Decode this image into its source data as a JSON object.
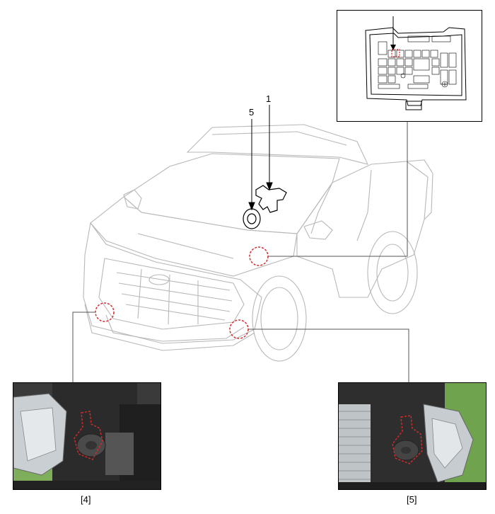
{
  "callouts": {
    "part_1": "1",
    "part_5": "5"
  },
  "captions": {
    "left_photo": "[4]",
    "right_photo": "[5]"
  },
  "colors": {
    "highlight": "#d42a2a",
    "line": "#000000",
    "car_outline": "#b5b5b5",
    "photo_bg_left": "#7fae5a",
    "photo_bg_right": "#6fa34e"
  },
  "icons": {
    "car": "vehicle-front-three-quarter-illustration",
    "fuse_box": "engine-room-fuse-box-diagram",
    "relay": "horn-relay-icon",
    "horn": "horn-icon"
  }
}
